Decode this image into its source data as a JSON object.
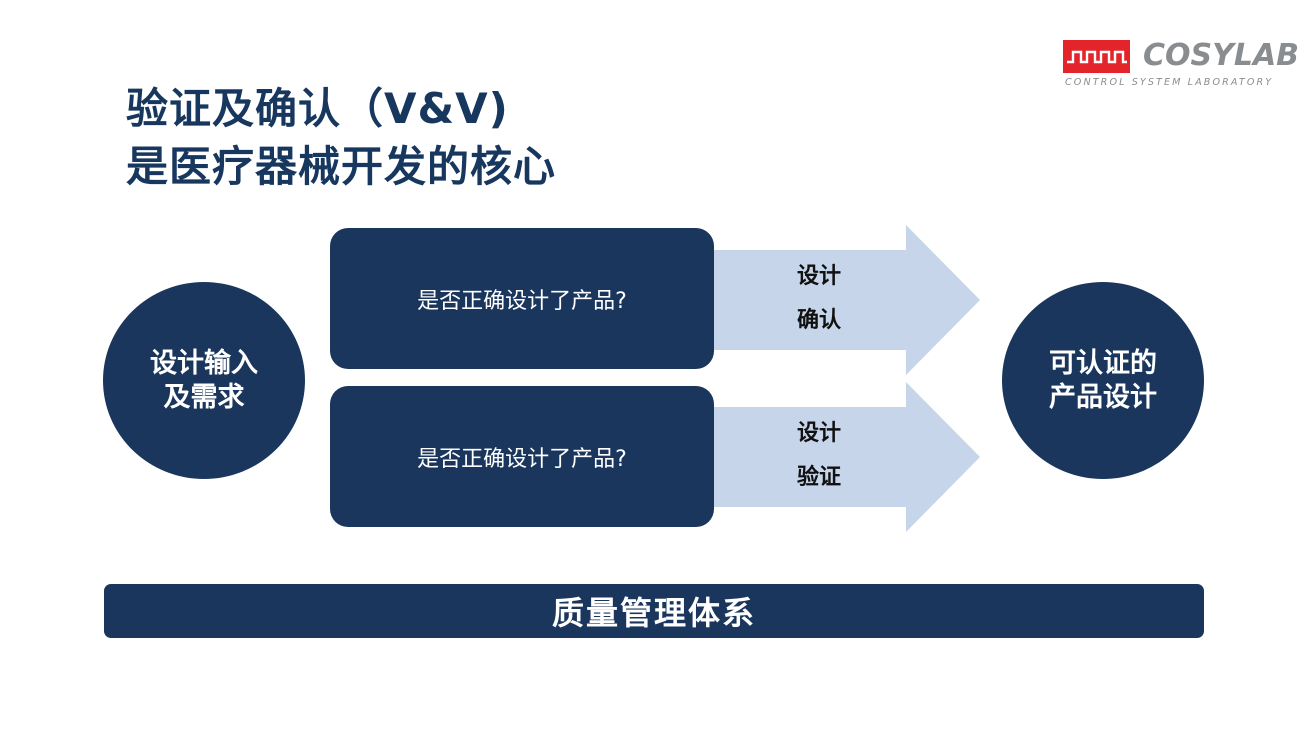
{
  "title": {
    "line1": "验证及确认（V&V)",
    "line2": "是医疗器械开发的核心"
  },
  "logo": {
    "wordmark": "COSYLAB",
    "tagline": "CONTROL SYSTEM LABORATORY",
    "mark_color": "#e3242b"
  },
  "left_circle": {
    "line1": "设计输入",
    "line2": "及需求"
  },
  "right_circle": {
    "line1": "可认证的",
    "line2": "产品设计"
  },
  "boxes": [
    {
      "text": "是否正确设计了产品?"
    },
    {
      "text": "是否正确设计了产品?"
    }
  ],
  "arrows": [
    {
      "line1": "设计",
      "line2": "确认"
    },
    {
      "line1": "设计",
      "line2": "验证"
    }
  ],
  "bottom_bar": {
    "text": "质量管理体系"
  },
  "colors": {
    "navy": "#1b365d",
    "title": "#17375e",
    "arrow": "#c6d5ea"
  }
}
